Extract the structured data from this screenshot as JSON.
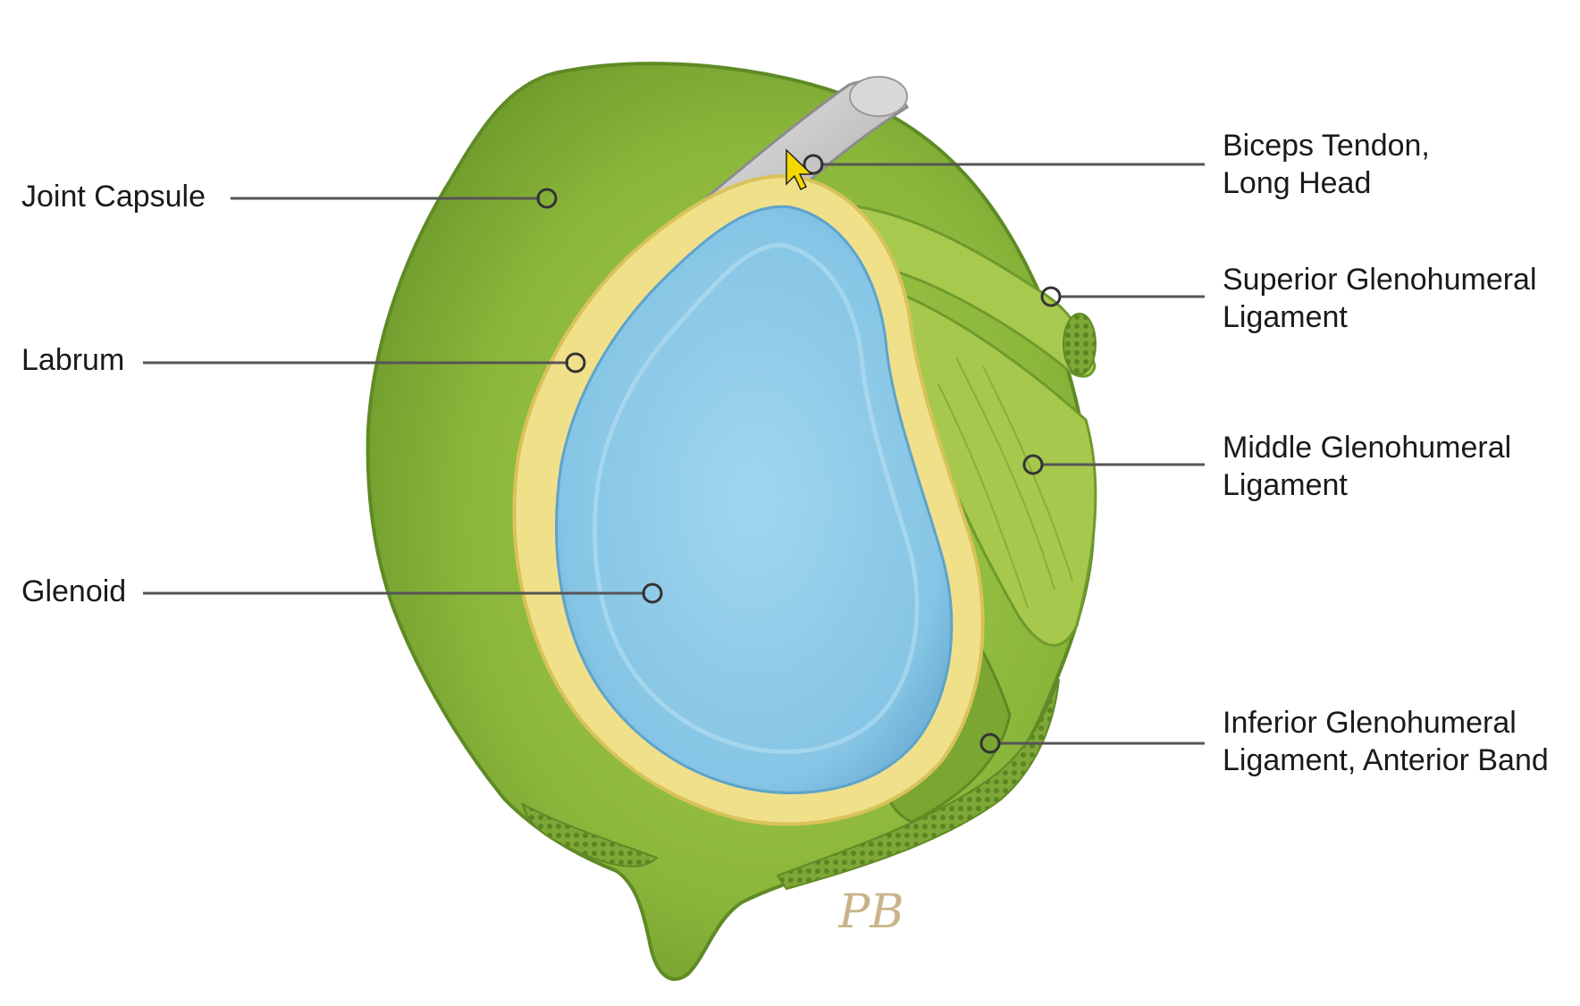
{
  "labels": {
    "joint_capsule": "Joint Capsule",
    "labrum": "Labrum",
    "glenoid": "Glenoid",
    "biceps": {
      "line1": "Biceps Tendon,",
      "line2": "Long Head"
    },
    "sgl": {
      "line1": "Superior Glenohumeral",
      "line2": "Ligament"
    },
    "mgl": {
      "line1": "Middle Glenohumeral",
      "line2": "Ligament"
    },
    "igl": {
      "line1": "Inferior Glenohumeral",
      "line2": "Ligament, Anterior Band"
    }
  },
  "signature": "PB",
  "colors": {
    "capsule": "#8db53a",
    "capsule_dark": "#5f8a25",
    "ligament": "#a6c84c",
    "tendon": "#c9c9c9",
    "labrum": "#f1e08a",
    "glenoid": "#8ecbe6",
    "glenoid_dark": "#6aaed3",
    "cursor": "#f5d800"
  }
}
